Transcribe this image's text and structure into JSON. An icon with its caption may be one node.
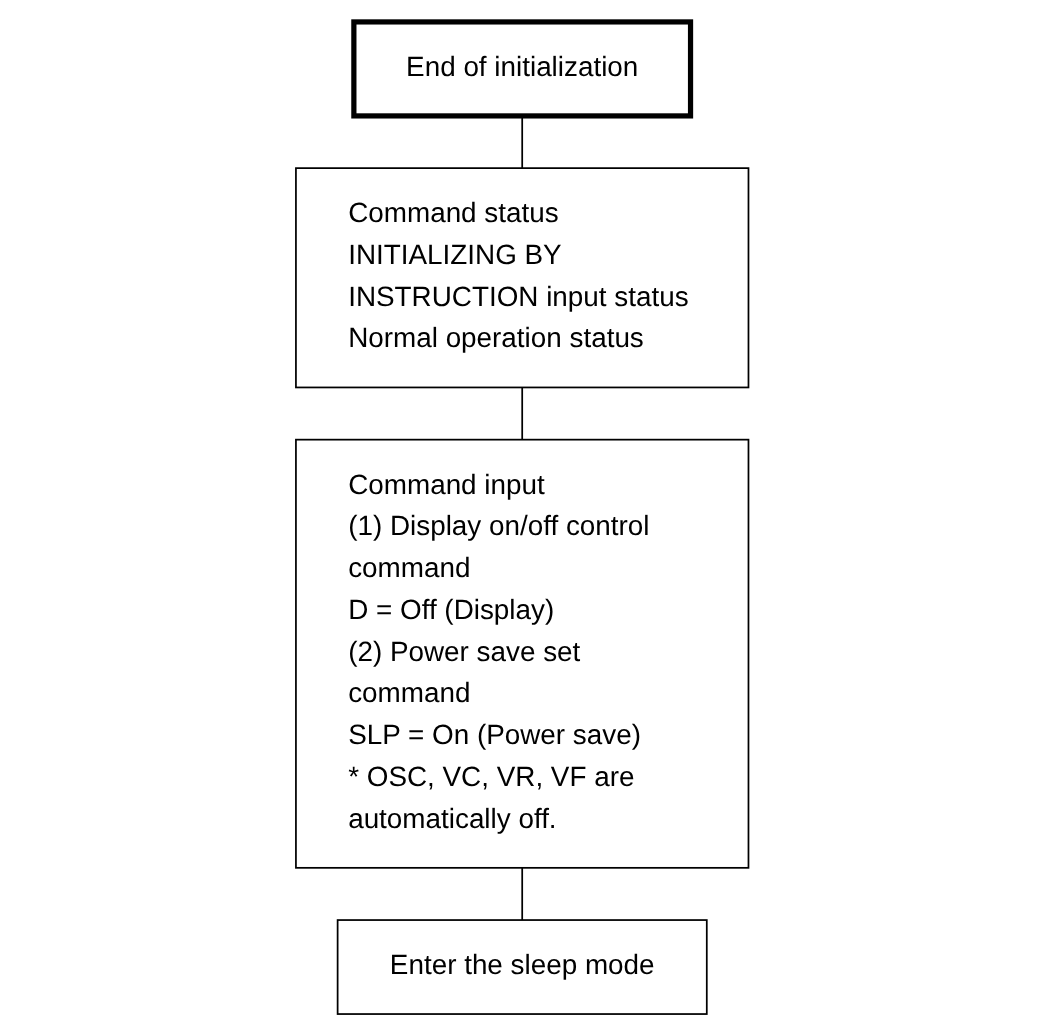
{
  "diagram": {
    "nodes": [
      {
        "text": [
          "End of initialization"
        ]
      },
      {
        "text": [
          "Command status INITIALIZING BY INSTRUCTION input status Normal operation status"
        ]
      },
      {
        "text": [
          "Command input",
          "(1) Display on/off control command",
          "D = Off (Display)",
          "(2) Power save set command",
          "SLP = On (Power save)",
          "* OSC, VC, VR, VF are automatically off."
        ]
      },
      {
        "text": [
          "Enter the sleep mode"
        ]
      }
    ],
    "edges": [
      {
        "from": 0,
        "to": 1,
        "arrow": "none"
      },
      {
        "from": 1,
        "to": 2,
        "arrow": "none"
      },
      {
        "from": 2,
        "to": 3,
        "arrow": "none"
      }
    ]
  }
}
